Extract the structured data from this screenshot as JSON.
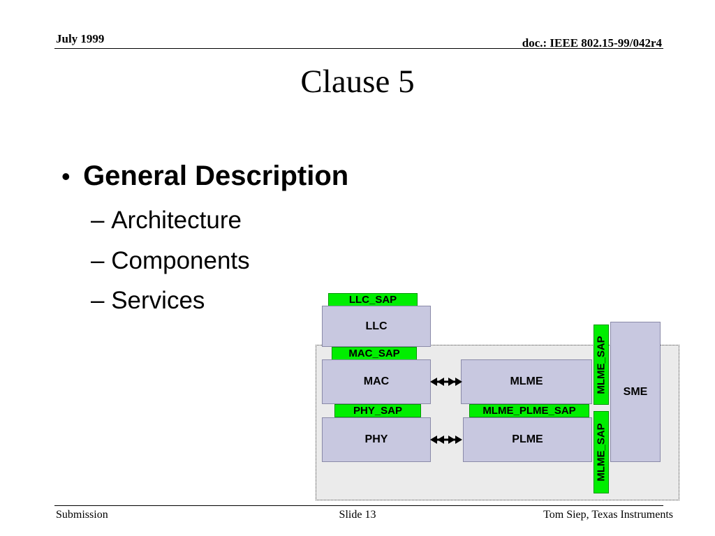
{
  "header": {
    "date": "July 1999",
    "doc_id": "doc.: IEEE 802.15-99/042r4"
  },
  "title": "Clause 5",
  "bullets": {
    "main": "General Description",
    "subs": [
      "Architecture",
      "Components",
      "Services"
    ]
  },
  "diagram": {
    "llc_sap": "LLC_SAP",
    "llc": "LLC",
    "mac_sap": "MAC_SAP",
    "mac": "MAC",
    "mlme": "MLME",
    "phy_sap": "PHY_SAP",
    "mlme_plme_sap": "MLME_PLME_SAP",
    "phy": "PHY",
    "plme": "PLME",
    "mlme_sap_upper": "MLME_SAP",
    "mlme_sap_lower": "MLME_SAP",
    "sme": "SME"
  },
  "footer": {
    "left": "Submission",
    "center": "Slide 13",
    "right": "Tom Siep, Texas Instruments"
  },
  "colors": {
    "box_fill": "#c8c8e0",
    "sap_fill": "#00ee00",
    "region_fill": "#ebebeb"
  }
}
